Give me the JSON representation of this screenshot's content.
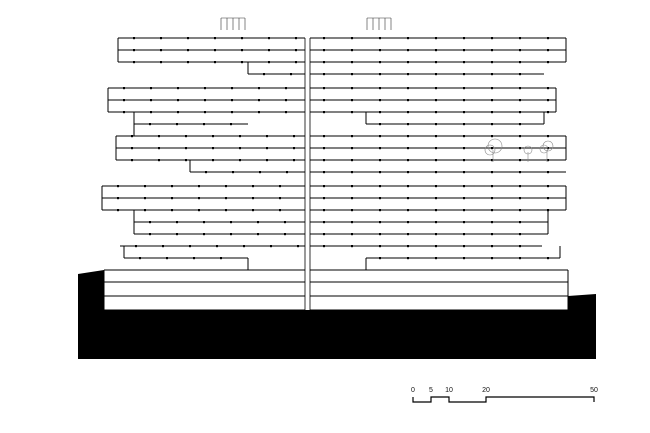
{
  "scale_bar": {
    "labels": [
      "0",
      "5",
      "10",
      "20",
      "50"
    ],
    "unit_values": [
      0,
      5,
      10,
      20,
      50
    ]
  }
}
